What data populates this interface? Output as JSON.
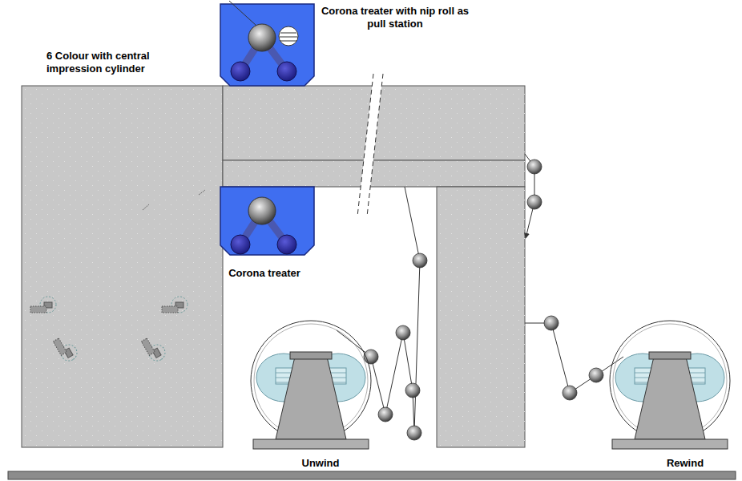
{
  "diagram": {
    "nodes": [
      {
        "text": [
          "6 Colour with central impression cylinder"
        ]
      },
      {
        "text": [
          "Corona treater with nip roll as pull station"
        ]
      },
      {
        "text": [
          "Corona treater"
        ]
      }
    ],
    "labels": [
      "Unwind",
      "Rewind"
    ]
  }
}
